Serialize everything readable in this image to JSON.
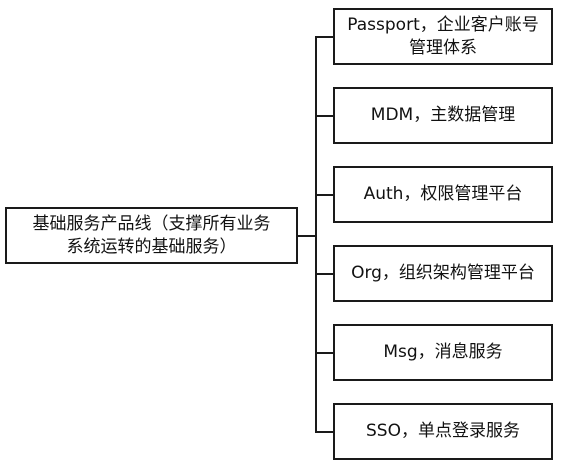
{
  "diagram": {
    "root": {
      "line1": "基础服务产品线（支撑所有业务",
      "line2": "系统运转的基础服务）"
    },
    "children": [
      {
        "line1": "Passport，企业客户账号",
        "line2": "管理体系"
      },
      {
        "line1": "MDM，主数据管理"
      },
      {
        "line1": "Auth，权限管理平台"
      },
      {
        "line1": "Org，组织架构管理平台"
      },
      {
        "line1": "Msg，消息服务"
      },
      {
        "line1": "SSO，单点登录服务"
      }
    ],
    "line_color": "#1a1a1a",
    "border_color": "#1a1a1a"
  }
}
